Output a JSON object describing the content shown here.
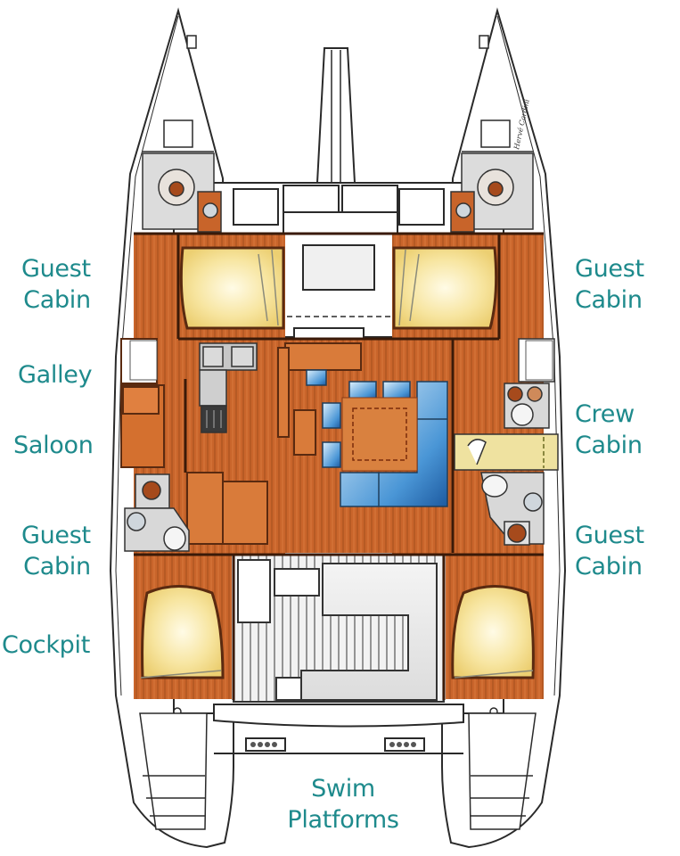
{
  "diagram": {
    "type": "catamaran-deck-layout",
    "colors": {
      "label_text": "#1e8a8c",
      "wood_floor": "#c8642a",
      "wood_dark": "#8a3a14",
      "bed_fill": "#f6e6a8",
      "cushion_blue": "#2f7fc4",
      "hull_line": "#333333",
      "cockpit_grey": "#e8e8e8"
    },
    "signature": "Hervé Cardini"
  },
  "labels": {
    "left": [
      {
        "id": "guest-cabin-forward-port",
        "line1": "Guest",
        "line2": "Cabin"
      },
      {
        "id": "galley",
        "line1": "Galley"
      },
      {
        "id": "saloon",
        "line1": "Saloon"
      },
      {
        "id": "guest-cabin-aft-port",
        "line1": "Guest",
        "line2": "Cabin"
      },
      {
        "id": "cockpit",
        "line1": "Cockpit"
      }
    ],
    "right": [
      {
        "id": "guest-cabin-forward-starboard",
        "line1": "Guest",
        "line2": "Cabin"
      },
      {
        "id": "crew-cabin",
        "line1": "Crew",
        "line2": "Cabin"
      },
      {
        "id": "guest-cabin-aft-starboard",
        "line1": "Guest",
        "line2": "Cabin"
      }
    ],
    "bottom": {
      "id": "swim-platforms",
      "line1": "Swim",
      "line2": "Platforms"
    }
  }
}
